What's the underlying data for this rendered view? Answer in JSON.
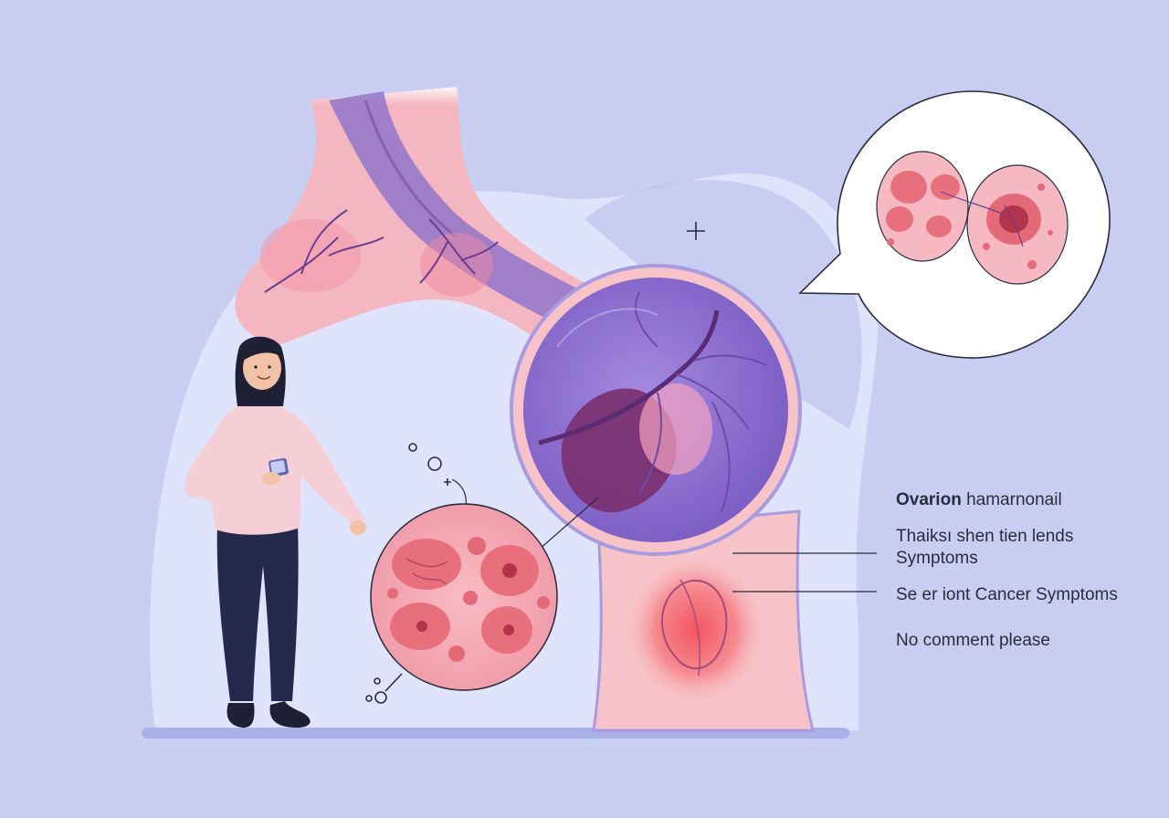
{
  "labels": {
    "title_bold": "Ovarion",
    "title_rest": "hamarnonail",
    "subtitle_line1": "Thaiksı shen tien lends",
    "subtitle_line2": "Symptoms",
    "cancer_symptoms": "Se er iont Cancer Symptoms",
    "note": "No comment please"
  },
  "colors": {
    "background": "#c7cef2",
    "blob": "#dfe3fb",
    "tissue_pink": "#f7c0c4",
    "tissue_red": "#e8707d",
    "organ_purple": "#8a6fcf",
    "vessel": "#6b3d8f",
    "shirt": "#f6cfd6",
    "pants": "#252a4c",
    "text": "#2a2c3e"
  }
}
